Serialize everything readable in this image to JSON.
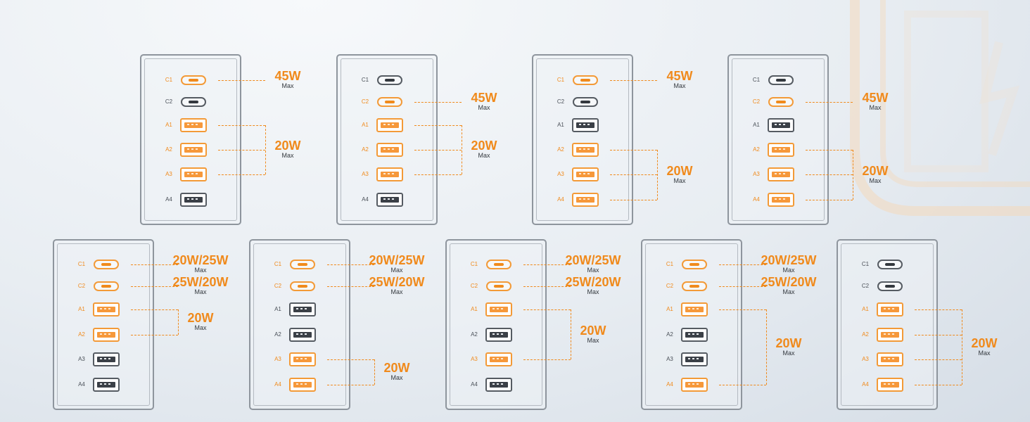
{
  "colors": {
    "accent": "#f08a1c",
    "inactive_port": "#3b4047",
    "panel_border": "#8e959d",
    "background": "#e8edf2"
  },
  "max_label": "Max",
  "configs": [
    {
      "ports": [
        {
          "label": "C1",
          "type": "usb-c",
          "active": true
        },
        {
          "label": "C2",
          "type": "usb-c",
          "active": false
        },
        {
          "label": "A1",
          "type": "usb-a",
          "active": true
        },
        {
          "label": "A2",
          "type": "usb-a",
          "active": true
        },
        {
          "label": "A3",
          "type": "usb-a",
          "active": true
        },
        {
          "label": "A4",
          "type": "usb-a",
          "active": false
        }
      ],
      "groups": [
        {
          "watt": "45W",
          "ports": [
            "C1"
          ]
        },
        {
          "watt": "20W",
          "ports": [
            "A1",
            "A2",
            "A3"
          ]
        }
      ]
    },
    {
      "ports": [
        {
          "label": "C1",
          "type": "usb-c",
          "active": false
        },
        {
          "label": "C2",
          "type": "usb-c",
          "active": true
        },
        {
          "label": "A1",
          "type": "usb-a",
          "active": true
        },
        {
          "label": "A2",
          "type": "usb-a",
          "active": true
        },
        {
          "label": "A3",
          "type": "usb-a",
          "active": true
        },
        {
          "label": "A4",
          "type": "usb-a",
          "active": false
        }
      ],
      "groups": [
        {
          "watt": "45W",
          "ports": [
            "C2"
          ]
        },
        {
          "watt": "20W",
          "ports": [
            "A1",
            "A2",
            "A3"
          ]
        }
      ]
    },
    {
      "ports": [
        {
          "label": "C1",
          "type": "usb-c",
          "active": true
        },
        {
          "label": "C2",
          "type": "usb-c",
          "active": false
        },
        {
          "label": "A1",
          "type": "usb-a",
          "active": false
        },
        {
          "label": "A2",
          "type": "usb-a",
          "active": true
        },
        {
          "label": "A3",
          "type": "usb-a",
          "active": true
        },
        {
          "label": "A4",
          "type": "usb-a",
          "active": true
        }
      ],
      "groups": [
        {
          "watt": "45W",
          "ports": [
            "C1"
          ]
        },
        {
          "watt": "20W",
          "ports": [
            "A2",
            "A3",
            "A4"
          ]
        }
      ]
    },
    {
      "ports": [
        {
          "label": "C1",
          "type": "usb-c",
          "active": false
        },
        {
          "label": "C2",
          "type": "usb-c",
          "active": true
        },
        {
          "label": "A1",
          "type": "usb-a",
          "active": false
        },
        {
          "label": "A2",
          "type": "usb-a",
          "active": true
        },
        {
          "label": "A3",
          "type": "usb-a",
          "active": true
        },
        {
          "label": "A4",
          "type": "usb-a",
          "active": true
        }
      ],
      "groups": [
        {
          "watt": "45W",
          "ports": [
            "C2"
          ]
        },
        {
          "watt": "20W",
          "ports": [
            "A2",
            "A3",
            "A4"
          ]
        }
      ]
    },
    {
      "ports": [
        {
          "label": "C1",
          "type": "usb-c",
          "active": true
        },
        {
          "label": "C2",
          "type": "usb-c",
          "active": true
        },
        {
          "label": "A1",
          "type": "usb-a",
          "active": true
        },
        {
          "label": "A2",
          "type": "usb-a",
          "active": true
        },
        {
          "label": "A3",
          "type": "usb-a",
          "active": false
        },
        {
          "label": "A4",
          "type": "usb-a",
          "active": false
        }
      ],
      "groups": [
        {
          "watt": "20W/25W",
          "ports": [
            "C1"
          ]
        },
        {
          "watt": "25W/20W",
          "ports": [
            "C2"
          ]
        },
        {
          "watt": "20W",
          "ports": [
            "A1",
            "A2"
          ]
        }
      ]
    },
    {
      "ports": [
        {
          "label": "C1",
          "type": "usb-c",
          "active": true
        },
        {
          "label": "C2",
          "type": "usb-c",
          "active": true
        },
        {
          "label": "A1",
          "type": "usb-a",
          "active": false
        },
        {
          "label": "A2",
          "type": "usb-a",
          "active": false
        },
        {
          "label": "A3",
          "type": "usb-a",
          "active": true
        },
        {
          "label": "A4",
          "type": "usb-a",
          "active": true
        }
      ],
      "groups": [
        {
          "watt": "20W/25W",
          "ports": [
            "C1"
          ]
        },
        {
          "watt": "25W/20W",
          "ports": [
            "C2"
          ]
        },
        {
          "watt": "20W",
          "ports": [
            "A3",
            "A4"
          ]
        }
      ]
    },
    {
      "ports": [
        {
          "label": "C1",
          "type": "usb-c",
          "active": true
        },
        {
          "label": "C2",
          "type": "usb-c",
          "active": true
        },
        {
          "label": "A1",
          "type": "usb-a",
          "active": true
        },
        {
          "label": "A2",
          "type": "usb-a",
          "active": false
        },
        {
          "label": "A3",
          "type": "usb-a",
          "active": true
        },
        {
          "label": "A4",
          "type": "usb-a",
          "active": false
        }
      ],
      "groups": [
        {
          "watt": "20W/25W",
          "ports": [
            "C1"
          ]
        },
        {
          "watt": "25W/20W",
          "ports": [
            "C2"
          ]
        },
        {
          "watt": "20W",
          "ports": [
            "A1",
            "A3"
          ]
        }
      ]
    },
    {
      "ports": [
        {
          "label": "C1",
          "type": "usb-c",
          "active": true
        },
        {
          "label": "C2",
          "type": "usb-c",
          "active": true
        },
        {
          "label": "A1",
          "type": "usb-a",
          "active": true
        },
        {
          "label": "A2",
          "type": "usb-a",
          "active": false
        },
        {
          "label": "A3",
          "type": "usb-a",
          "active": false
        },
        {
          "label": "A4",
          "type": "usb-a",
          "active": true
        }
      ],
      "groups": [
        {
          "watt": "20W/25W",
          "ports": [
            "C1"
          ]
        },
        {
          "watt": "25W/20W",
          "ports": [
            "C2"
          ]
        },
        {
          "watt": "20W",
          "ports": [
            "A1",
            "A4"
          ]
        }
      ]
    },
    {
      "ports": [
        {
          "label": "C1",
          "type": "usb-c",
          "active": false
        },
        {
          "label": "C2",
          "type": "usb-c",
          "active": false
        },
        {
          "label": "A1",
          "type": "usb-a",
          "active": true
        },
        {
          "label": "A2",
          "type": "usb-a",
          "active": true
        },
        {
          "label": "A3",
          "type": "usb-a",
          "active": true
        },
        {
          "label": "A4",
          "type": "usb-a",
          "active": true
        }
      ],
      "groups": [
        {
          "watt": "20W",
          "ports": [
            "A1",
            "A2",
            "A3",
            "A4"
          ]
        }
      ]
    }
  ]
}
